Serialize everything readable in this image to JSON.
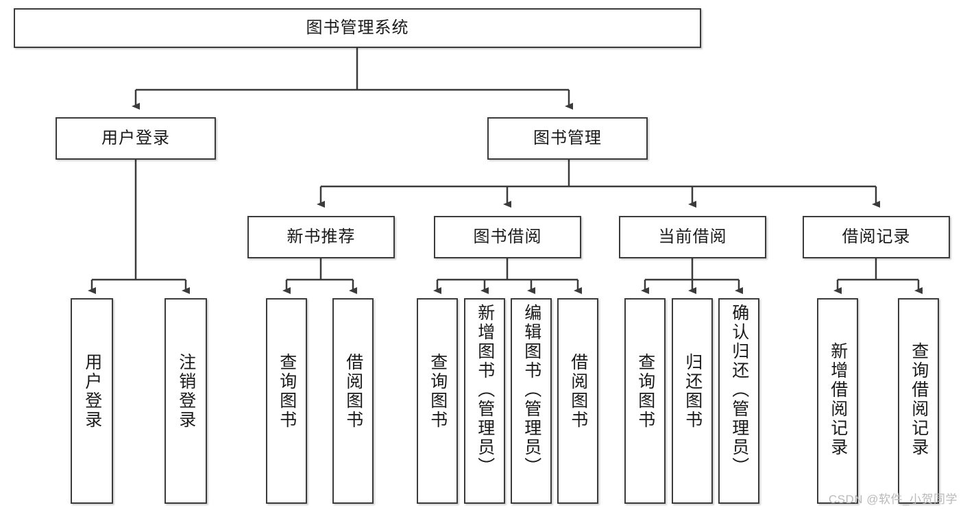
{
  "diagram": {
    "title": "图书管理系统",
    "type": "tree-hierarchy",
    "root": {
      "label": "图书管理系统"
    },
    "level2": [
      {
        "label": "用户登录"
      },
      {
        "label": "图书管理"
      }
    ],
    "level3": [
      {
        "label": "新书推荐"
      },
      {
        "label": "图书借阅"
      },
      {
        "label": "当前借阅"
      },
      {
        "label": "借阅记录"
      }
    ],
    "leaves": {
      "user_login": [
        {
          "label": "用户登录"
        },
        {
          "label": "注销登录"
        }
      ],
      "new_book_recommend": [
        {
          "label": "查询图书"
        },
        {
          "label": "借阅图书"
        }
      ],
      "book_borrow": [
        {
          "label": "查询图书"
        },
        {
          "label": "新增图书（管理员）"
        },
        {
          "label": "编辑图书（管理员）"
        },
        {
          "label": "借阅图书"
        }
      ],
      "current_borrow": [
        {
          "label": "查询图书"
        },
        {
          "label": "归还图书"
        },
        {
          "label": "确认归还（管理员）"
        }
      ],
      "borrow_record": [
        {
          "label": "新增借阅记录"
        },
        {
          "label": "查询借阅记录"
        }
      ]
    }
  },
  "watermark": {
    "text": "CSDN @软件_小贺同学"
  },
  "colors": {
    "stroke": "#3b3b3b",
    "fill": "#ffffff",
    "text": "#1a1a1a",
    "watermark": "#b9b9b9"
  }
}
